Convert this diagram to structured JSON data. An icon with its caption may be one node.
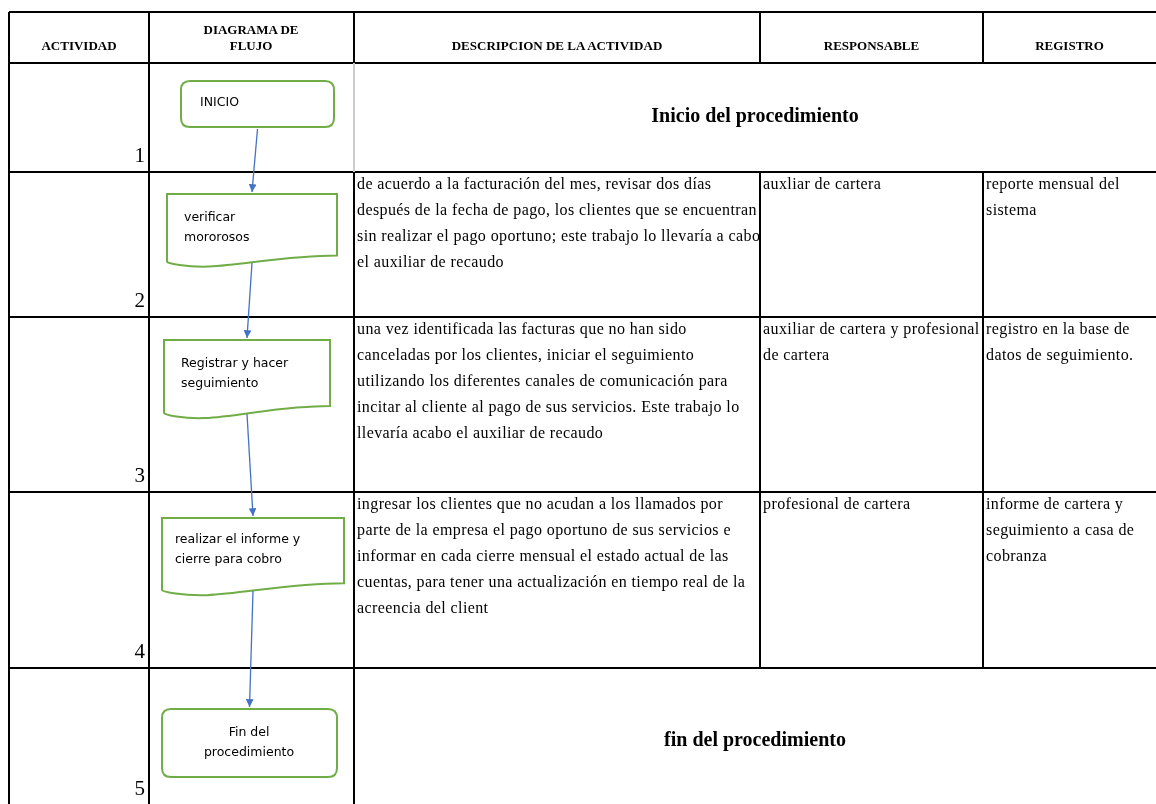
{
  "diagram": {
    "nodes": [
      {
        "text": [
          "INICIO"
        ]
      },
      {
        "text": [
          "verificar mororosos"
        ]
      },
      {
        "text": [
          "Registrar y hacer seguimiento"
        ]
      },
      {
        "text": [
          "realizar el informe y cierre para cobro"
        ]
      },
      {
        "text": [
          "Fin del procedimiento"
        ]
      }
    ],
    "edges": [
      {
        "from": 0,
        "to": 1,
        "arrow": "to"
      },
      {
        "from": 1,
        "to": 2,
        "arrow": "to"
      },
      {
        "from": 2,
        "to": 3,
        "arrow": "to"
      },
      {
        "from": 3,
        "to": 4,
        "arrow": "to"
      }
    ],
    "labels": [
      "ACTIVIDAD",
      "DIAGRAMA DE FLUJO",
      "DESCRIPCION DE LA ACTIVIDAD",
      "RESPONSABLE",
      "REGISTRO",
      "1",
      "Inicio del procedimiento",
      "2",
      "de acuerdo a la facturación del mes, revisar dos días después de la fecha de pago, los clientes que se encuentran sin realizar el pago oportuno; este trabajo lo llevaría a cabo el auxiliar de recaudo",
      "auxliar de cartera",
      "reporte mensual del sistema",
      "3",
      "una vez identificada las facturas que no han sido canceladas por los clientes, iniciar el seguimiento utilizando los diferentes canales de comunicación para incitar al cliente al pago de sus servicios. Este trabajo lo llevaría acabo el auxiliar de recaudo",
      "auxiliar de cartera y profesional de cartera",
      "registro en la base de datos de seguimiento.",
      "4",
      "ingresar los clientes que no acudan a los llamados por parte de la empresa el pago oportuno de sus servicios e informar en cada cierre mensual el estado actual de las cuentas, para tener una actualización en tiempo real de la acreencia del client",
      "profesional de cartera",
      "informe de cartera y seguimiento a casa de cobranza",
      "5",
      "fin del procedimiento"
    ]
  }
}
